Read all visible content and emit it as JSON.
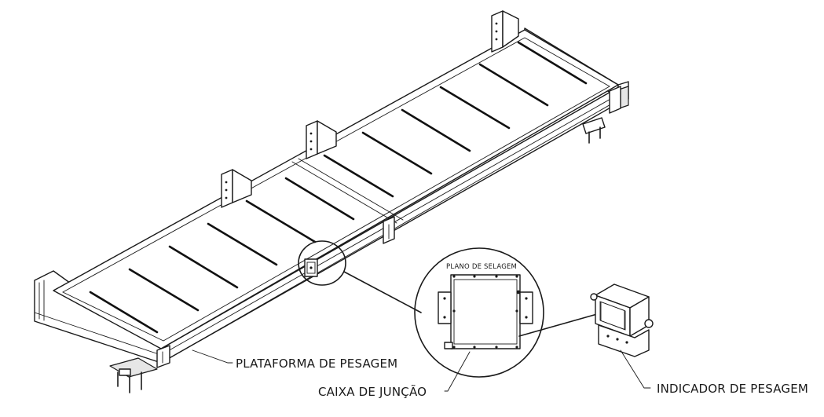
{
  "labels": {
    "platform": "PLATAFORMA DE PESAGEM",
    "junction_box": "CAIXA DE JUNÇÃO",
    "indicator": "INDICADOR DE PESAGEM",
    "sealing_plane": "PLANO DE SELAGEM"
  }
}
